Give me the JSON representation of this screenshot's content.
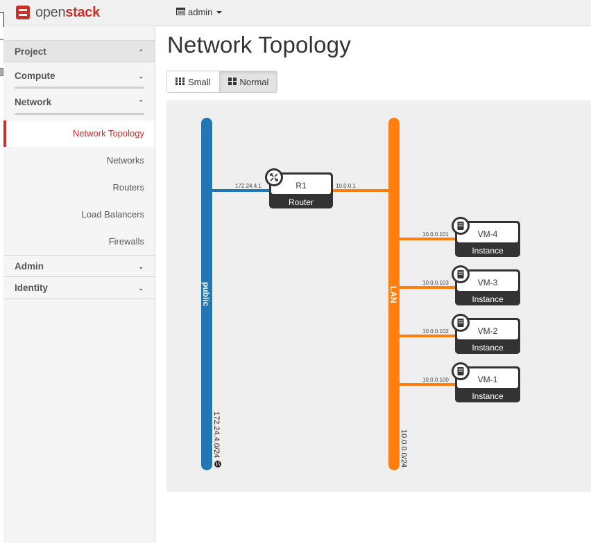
{
  "brand": {
    "part1": "open",
    "part2": "stack",
    "accent": "#c9302c"
  },
  "user_menu": {
    "label": "admin"
  },
  "sidebar": {
    "project": "Project",
    "compute": "Compute",
    "network": "Network",
    "items": [
      {
        "label": "Network Topology",
        "active": true
      },
      {
        "label": "Networks"
      },
      {
        "label": "Routers"
      },
      {
        "label": "Load Balancers"
      },
      {
        "label": "Firewalls"
      }
    ],
    "admin": "Admin",
    "identity": "Identity"
  },
  "page": {
    "title": "Network Topology"
  },
  "view_toggle": {
    "small": "Small",
    "normal": "Normal",
    "selected": "Normal"
  },
  "topology": {
    "colors": {
      "public": "#1f77b4",
      "lan": "#ff7f0e",
      "node_dark": "#333333"
    },
    "networks": [
      {
        "name": "public",
        "cidr": "172.24.4.0/24",
        "external": true
      },
      {
        "name": "LAN",
        "cidr": "10.0.0.0/24"
      }
    ],
    "router": {
      "name": "R1",
      "type": "Router",
      "ip_public": "172.24.4.1",
      "ip_lan": "10.0.0.1"
    },
    "instances": [
      {
        "name": "VM-4",
        "type": "Instance",
        "ip": "10.0.0.101"
      },
      {
        "name": "VM-3",
        "type": "Instance",
        "ip": "10.0.0.103"
      },
      {
        "name": "VM-2",
        "type": "Instance",
        "ip": "10.0.0.102"
      },
      {
        "name": "VM-1",
        "type": "Instance",
        "ip": "10.0.0.100"
      }
    ]
  }
}
